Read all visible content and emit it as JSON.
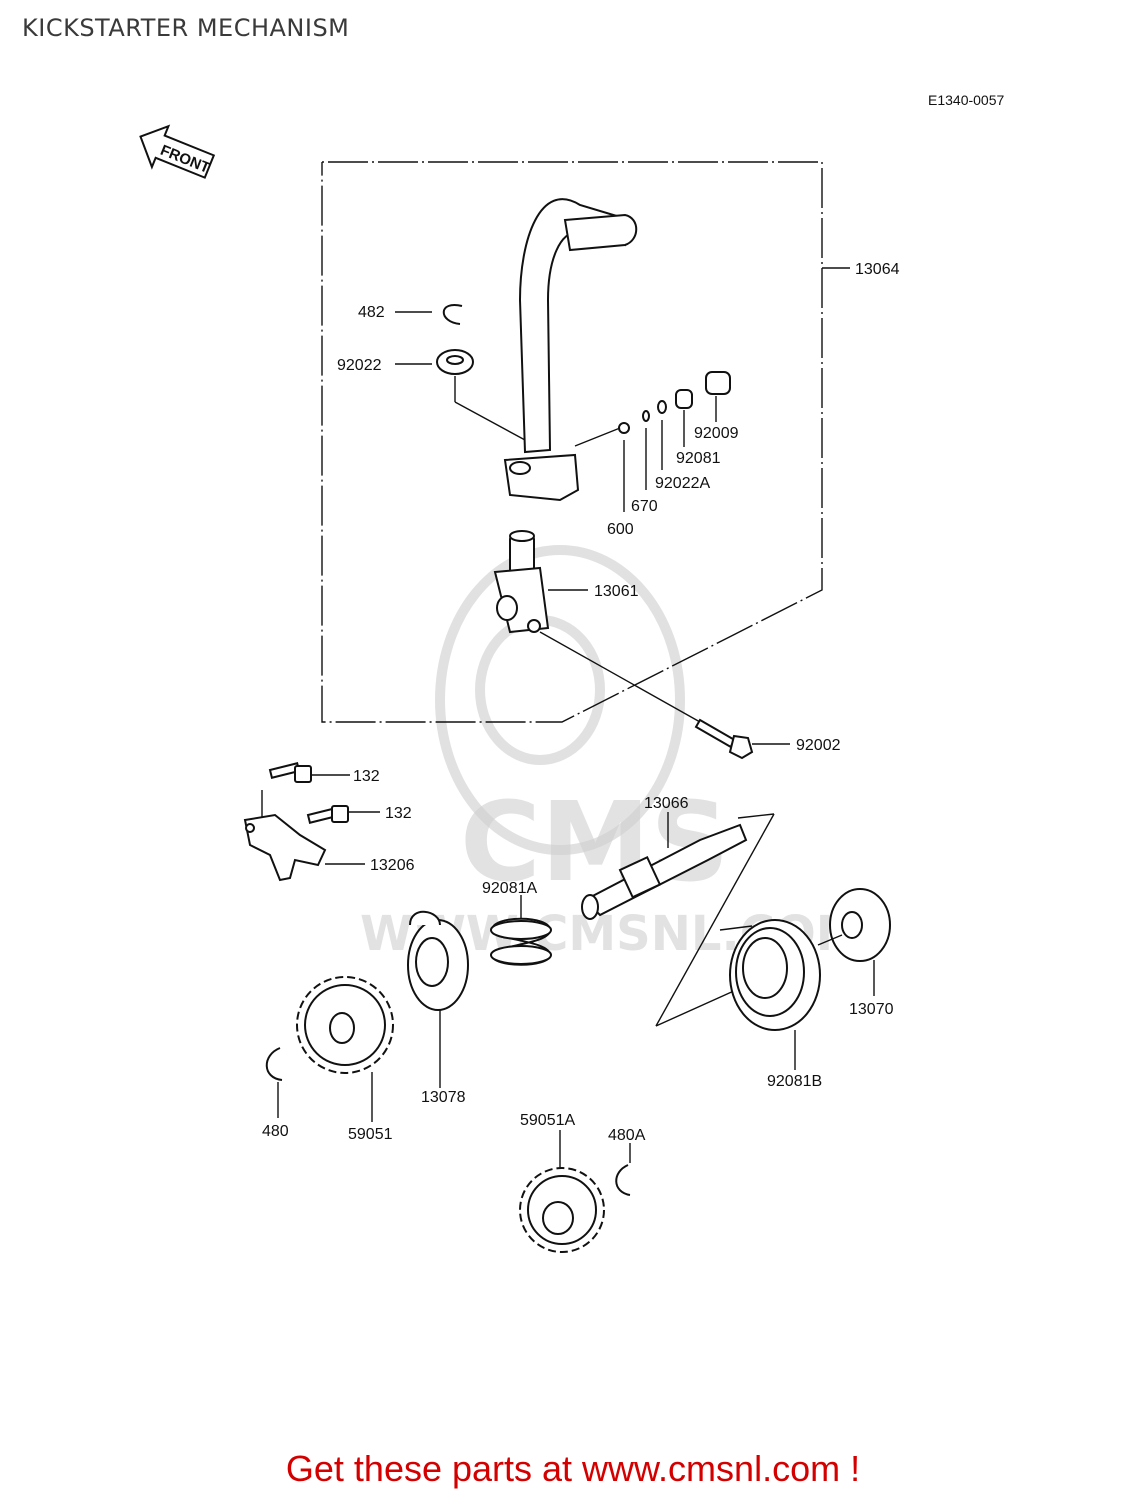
{
  "title": "KICKSTARTER MECHANISM",
  "figure_code": "E1340-0057",
  "front_label": "FRONT",
  "watermark": {
    "logo_text": "CMS",
    "url_text": "WWW.CMSNL.COM"
  },
  "footer_text": "Get these parts at www.cmsnl.com !",
  "part_labels": {
    "p13064": "13064",
    "p482": "482",
    "p92022": "92022",
    "p92009": "92009",
    "p92081": "92081",
    "p92022A": "92022A",
    "p670": "670",
    "p600": "600",
    "p13061": "13061",
    "p92002": "92002",
    "p132a": "132",
    "p132b": "132",
    "p13206": "13206",
    "p13066": "13066",
    "p92081A": "92081A",
    "p13070": "13070",
    "p92081B": "92081B",
    "p13078": "13078",
    "p480": "480",
    "p59051": "59051",
    "p59051A": "59051A",
    "p480A": "480A"
  },
  "colors": {
    "ink": "#111111",
    "footer": "#d40000",
    "title": "#3a3a3a",
    "watermark": "#c8c8c8"
  }
}
